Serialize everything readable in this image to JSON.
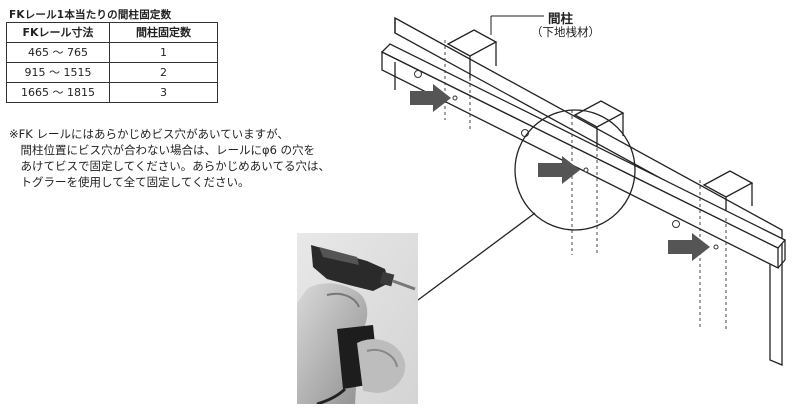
{
  "table": {
    "title": "FKレール1本当たりの間柱固定数",
    "headers": [
      "FKレール寸法",
      "間柱固定数"
    ],
    "rows": [
      [
        "465 ～ 765",
        "1"
      ],
      [
        "915 ～ 1515",
        "2"
      ],
      [
        "1665 ～ 1815",
        "3"
      ]
    ]
  },
  "note": {
    "line1": "※FK レールにはあらかじめビス穴があいていますが、",
    "line2": "　間柱位置にビス穴が合わない場合は、レールにφ6 の穴を",
    "line3": "　あけてビスで固定してください。あらかじめあいてる穴は、",
    "line4": "　トグラーを使用して全て固定してください。"
  },
  "diagram": {
    "label_main": "間柱",
    "label_sub": "（下地桟材）"
  },
  "icons": {
    "arrow": "right-arrow-icon",
    "photo": "drill-photo"
  }
}
